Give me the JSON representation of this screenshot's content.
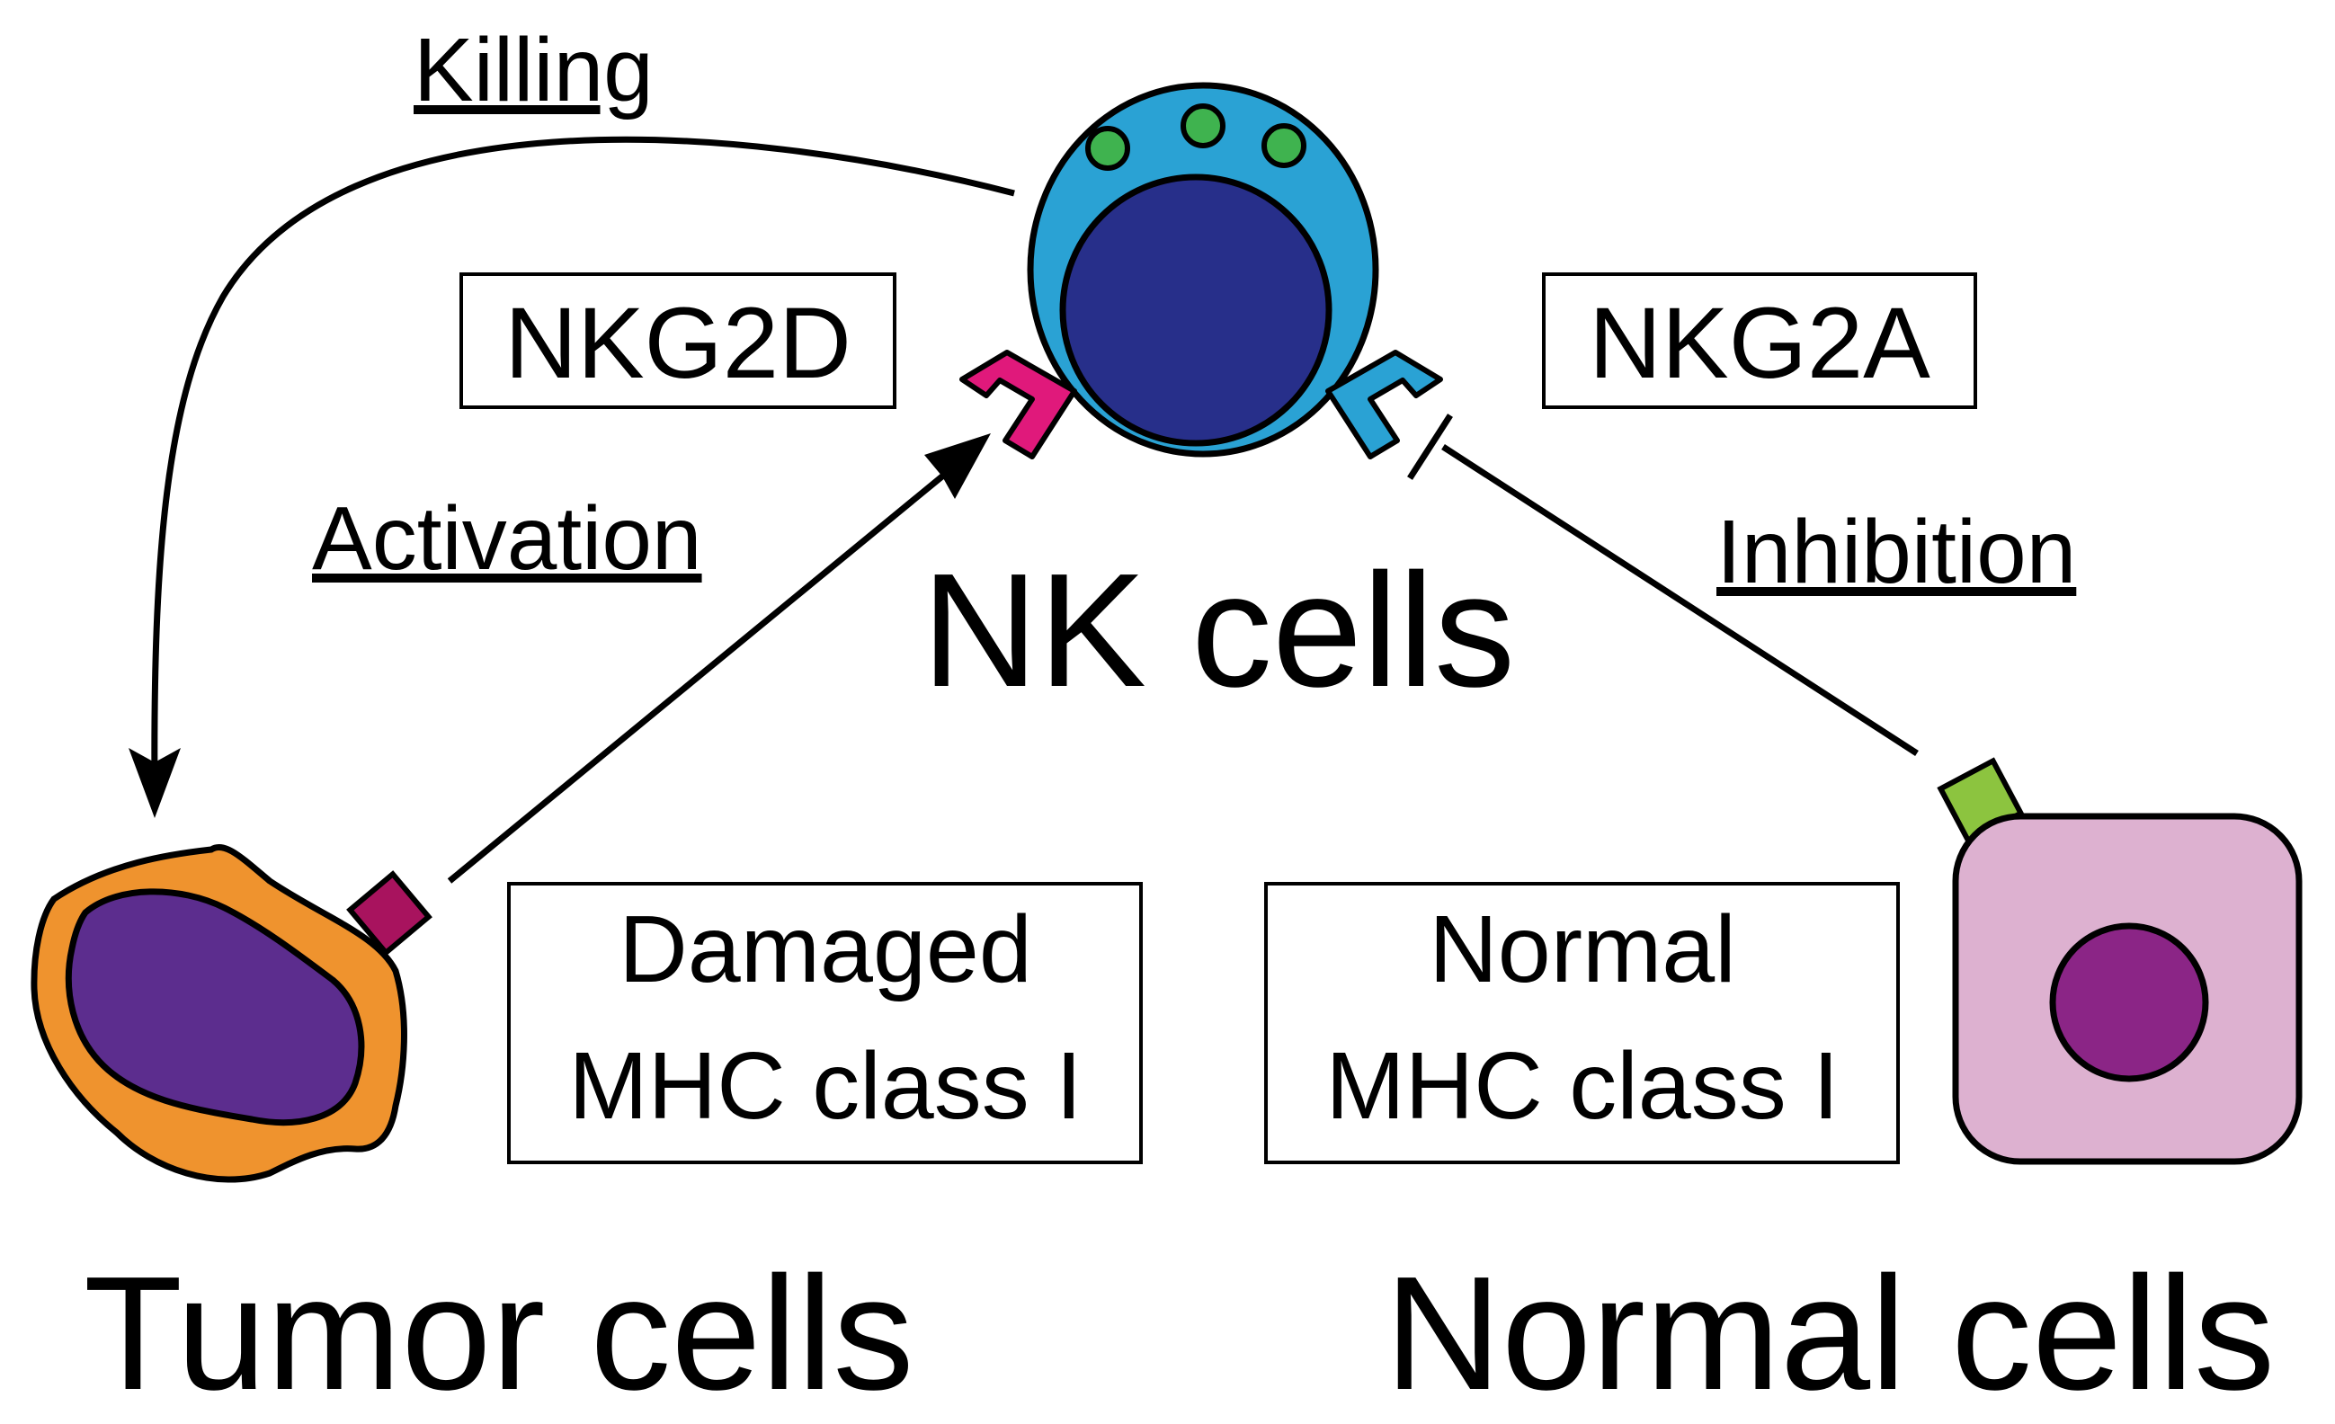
{
  "labels": {
    "killing": "Killing",
    "activation": "Activation",
    "inhibition": "Inhibition",
    "nk_cells": "NK cells",
    "tumor_cells": "Tumor cells",
    "normal_cells": "Normal cells"
  },
  "boxes": {
    "nkg2d": "NKG2D",
    "nkg2a": "NKG2A",
    "damaged_line1": "Damaged",
    "damaged_line2": "MHC class I",
    "normal_line1": "Normal",
    "normal_line2": "MHC class I"
  },
  "colors": {
    "nk_outer": "#2AA2D4",
    "nk_nucleus": "#272F8A",
    "nk_granule": "#3FB34F",
    "nkg2d_receptor": "#E0197B",
    "nkg2a_receptor": "#2AA2D4",
    "tumor_body": "#EF932E",
    "tumor_nucleus": "#5C2D8E",
    "damaged_mhc": "#A8135E",
    "normal_body": "#DDB1D0",
    "normal_nucleus": "#8B2586",
    "normal_mhc": "#8CC43F"
  }
}
